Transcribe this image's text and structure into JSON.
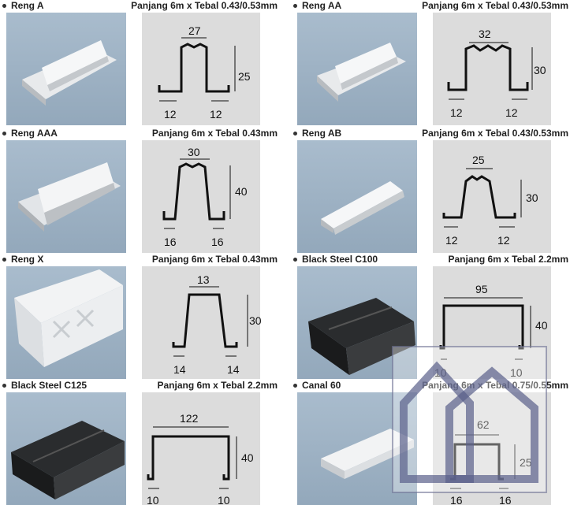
{
  "products": [
    {
      "name": "Reng A",
      "spec": "Panjang 6m x Tebal 0.43/0.53mm",
      "dims": {
        "top": "27",
        "height": "25",
        "left": "12",
        "right": "12"
      }
    },
    {
      "name": "Reng AA",
      "spec": "Panjang 6m x Tebal 0.43/0.53mm",
      "dims": {
        "top": "32",
        "height": "30",
        "left": "12",
        "right": "12"
      }
    },
    {
      "name": "Reng AAA",
      "spec": "Panjang 6m x Tebal 0.43mm",
      "dims": {
        "top": "30",
        "height": "40",
        "left": "16",
        "right": "16"
      }
    },
    {
      "name": "Reng AB",
      "spec": "Panjang 6m x Tebal 0.43/0.53mm",
      "dims": {
        "top": "25",
        "height": "30",
        "left": "12",
        "right": "12"
      }
    },
    {
      "name": "Reng X",
      "spec": "Panjang 6m x Tebal 0.43mm",
      "dims": {
        "top": "13",
        "height": "30",
        "left": "14",
        "right": "14"
      }
    },
    {
      "name": "Black Steel C100",
      "spec": "Panjang 6m x Tebal 2.2mm",
      "dims": {
        "top": "95",
        "height": "40",
        "left": "10",
        "right": "10"
      }
    },
    {
      "name": "Black Steel C125",
      "spec": "Panjang 6m x Tebal 2.2mm",
      "dims": {
        "top": "122",
        "height": "40",
        "left": "10",
        "right": "10"
      }
    },
    {
      "name": "Canal 60",
      "spec": "Panjang 6m x Tebal 0.75/0.55mm",
      "dims": {
        "top": "62",
        "height": "25",
        "left": "16",
        "right": "16"
      }
    }
  ]
}
